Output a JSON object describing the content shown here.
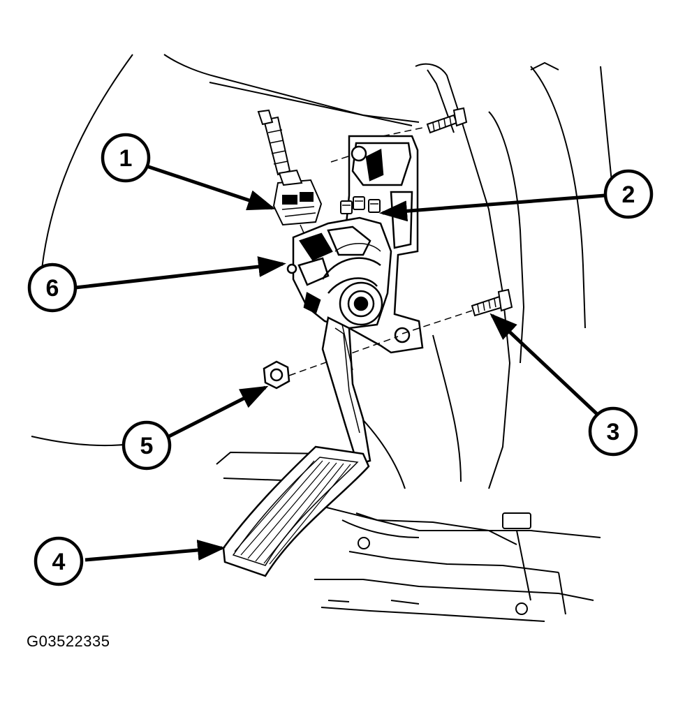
{
  "figure_id": "G03522335",
  "callouts": [
    {
      "number": "1",
      "target": "electrical-connector"
    },
    {
      "number": "2",
      "target": "mounting-bolts"
    },
    {
      "number": "3",
      "target": "mounting-stud"
    },
    {
      "number": "4",
      "target": "accelerator-pedal"
    },
    {
      "number": "5",
      "target": "mounting-nut"
    },
    {
      "number": "6",
      "target": "pedal-assembly-housing"
    }
  ],
  "colors": {
    "line": "#000000",
    "background": "#ffffff"
  }
}
